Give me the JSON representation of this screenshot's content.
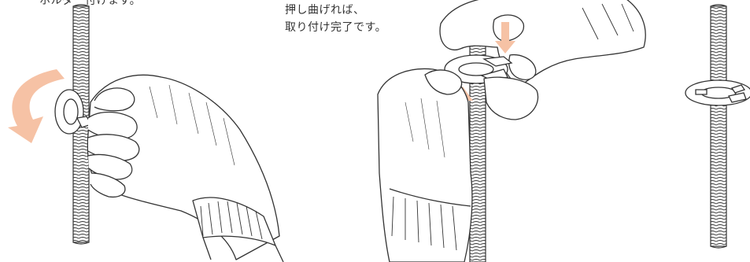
{
  "steps": [
    {
      "caption_lines": [
        "ホルダー付けます。"
      ]
    },
    {
      "caption_lines": [
        "押し曲げれば、",
        "取り付け完了です。"
      ]
    },
    {
      "caption_lines": []
    }
  ],
  "colors": {
    "arrow": "#f6c2a5",
    "line": "#333333",
    "background": "#ffffff"
  },
  "icons": [
    "rotate-arrow-icon",
    "push-down-arrow-icon",
    "push-up-arrow-icon"
  ]
}
